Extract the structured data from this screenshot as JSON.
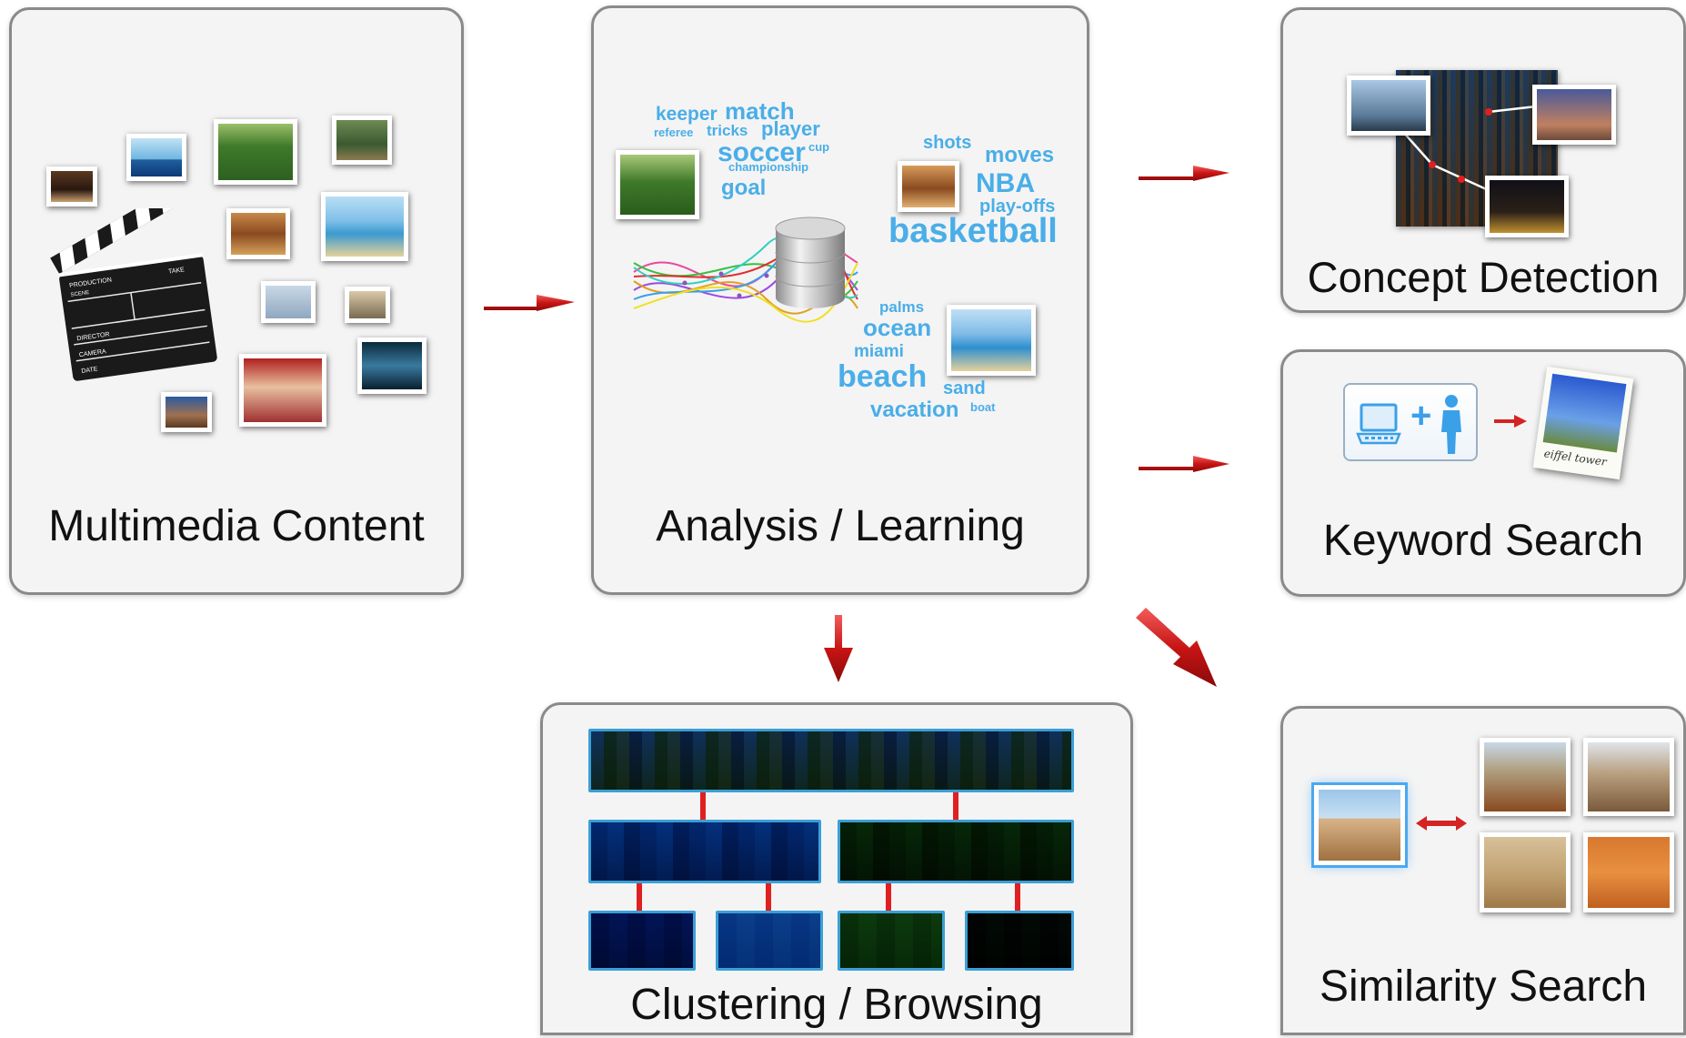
{
  "panels": {
    "multimedia": {
      "label": "Multimedia Content"
    },
    "analysis": {
      "label": "Analysis / Learning"
    },
    "concept": {
      "label": "Concept Detection"
    },
    "keyword": {
      "label": "Keyword Search"
    },
    "clustering": {
      "label": "Clustering / Browsing"
    },
    "similarity": {
      "label": "Similarity Search"
    }
  },
  "clapperboard": {
    "line1": "PRODUCTION",
    "line2": "SCENE",
    "line3": "TAKE",
    "line4": "DIRECTOR",
    "line5": "CAMERA",
    "line6": "DATE"
  },
  "word_clouds": {
    "soccer": {
      "keeper": "keeper",
      "match": "match",
      "referee": "referee",
      "tricks": "tricks",
      "player": "player",
      "soccer": "soccer",
      "cup": "cup",
      "championship": "championship",
      "goal": "goal"
    },
    "basketball": {
      "shots": "shots",
      "moves": "moves",
      "nba": "NBA",
      "playoffs": "play-offs",
      "basketball": "basketball"
    },
    "beach": {
      "palms": "palms",
      "ocean": "ocean",
      "miami": "miami",
      "beach": "beach",
      "sand": "sand",
      "vacation": "vacation",
      "boat": "boat"
    }
  },
  "keyword_search": {
    "plus": "+",
    "photo_caption": "eiffel tower"
  },
  "icons": {
    "computer": "computer-icon",
    "person": "person-icon",
    "database": "database-icon",
    "clapperboard": "clapperboard-icon"
  },
  "colors": {
    "arrow": "#d42323",
    "word": "#4aaee8",
    "panel_border": "#8a8a8a",
    "panel_fill": "#f4f4f4",
    "link": "#e02020"
  }
}
